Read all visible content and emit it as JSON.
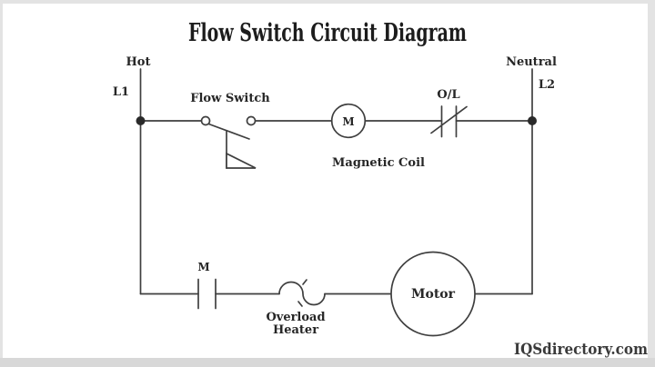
{
  "title": "Flow Switch Circuit Diagram",
  "watermark": "IQSdirectory.com",
  "colors": {
    "frame": "#e3e3e3",
    "frame_bottom": "#d8d8d8",
    "canvas": "#ffffff",
    "line": "#3f3f3f",
    "text": "#262626",
    "title": "#1c1c1c",
    "dot": "#2a2a2a",
    "watermark": "#3a3a3a"
  },
  "labels": {
    "hot": "Hot",
    "l1": "L1",
    "neutral": "Neutral",
    "l2": "L2",
    "flow_switch": "Flow Switch",
    "overload_contact": "O/L",
    "magnetic_coil": "Magnetic Coil",
    "coil_letter": "M",
    "m_contact": "M",
    "overload_heater_line1": "Overload",
    "overload_heater_line2": "Heater",
    "motor": "Motor"
  }
}
